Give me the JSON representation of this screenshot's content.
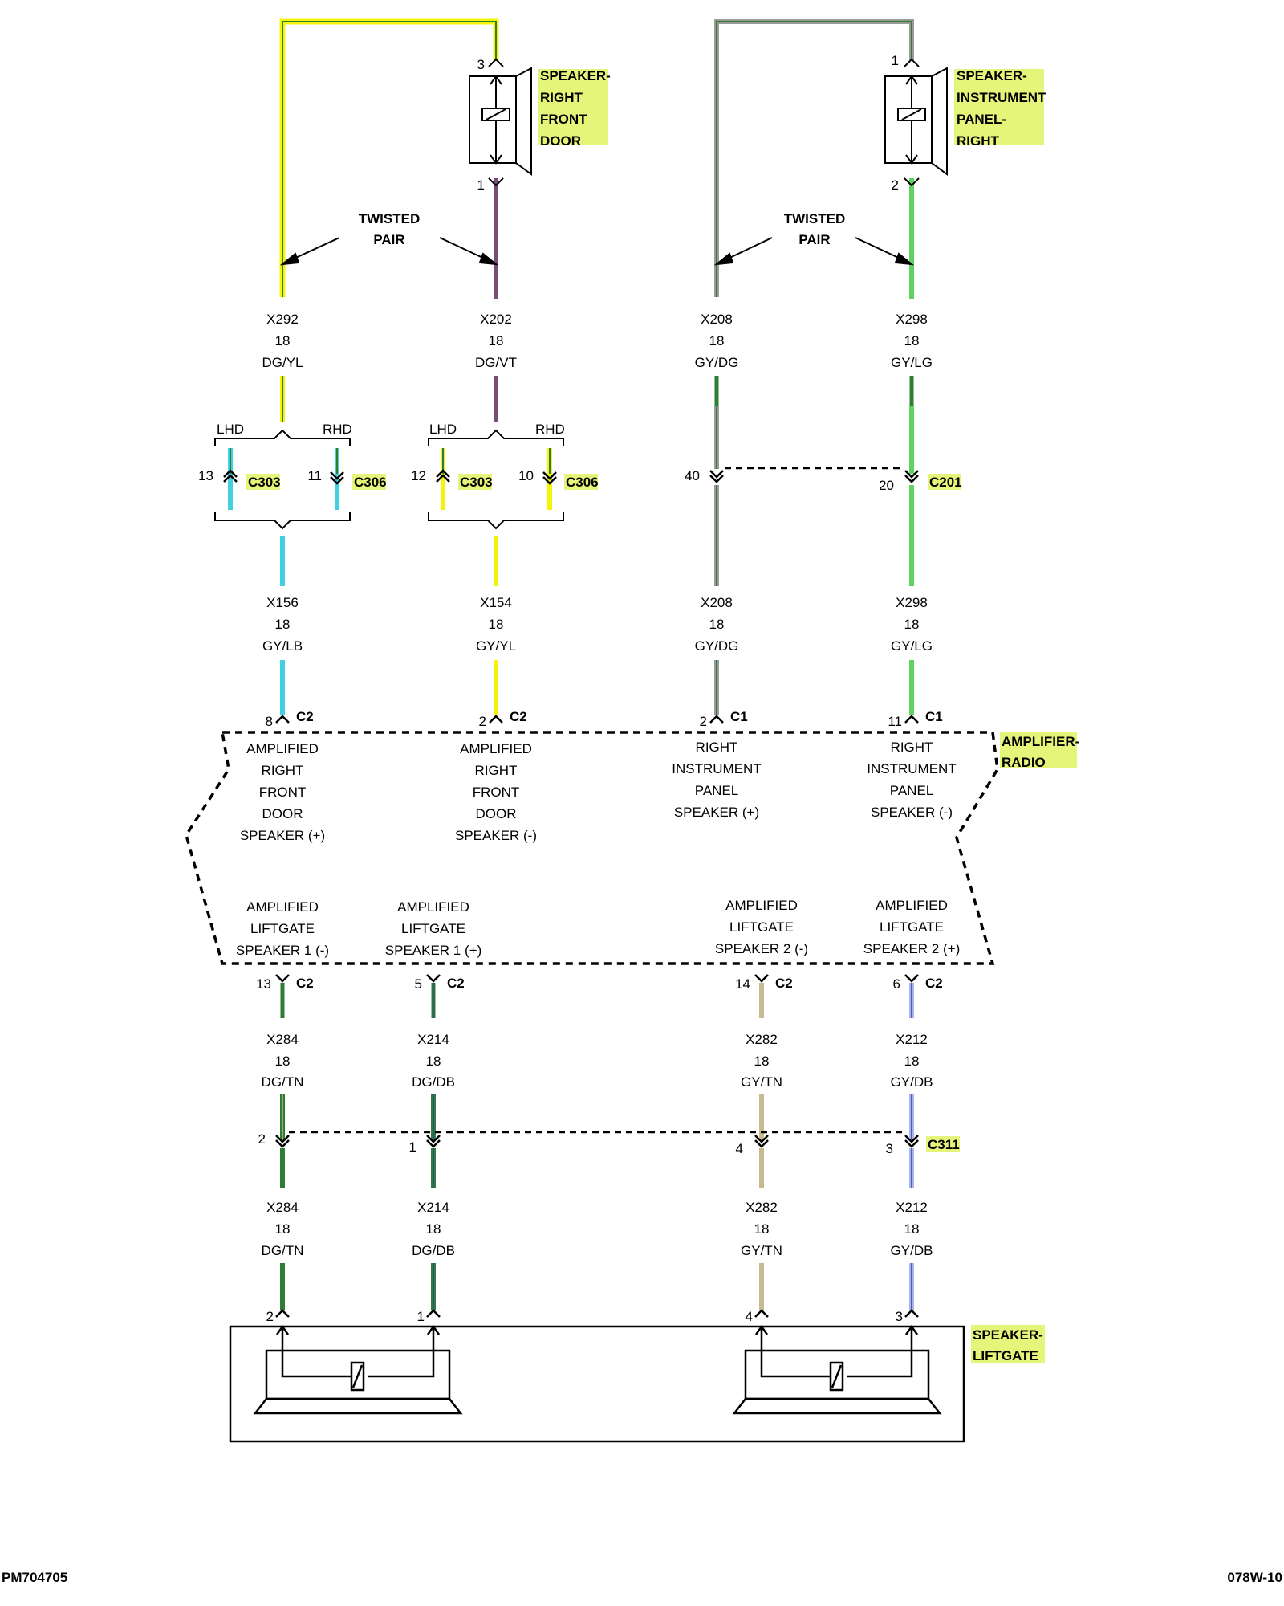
{
  "colors": {
    "highlight": "#e4f57a",
    "dg": "#2e7d32",
    "dg_bright": "#3fb54a",
    "yl": "#f4f40a",
    "vt": "#c01ec0",
    "gy": "#9a9a9a",
    "lg": "#5fd35f",
    "lb": "#40d0e0",
    "tn": "#c9b98e",
    "db": "#3040b0"
  },
  "components": {
    "spk_rf": [
      "SPEAKER-",
      "RIGHT",
      "FRONT",
      "DOOR"
    ],
    "spk_ip": [
      "SPEAKER-",
      "INSTRUMENT",
      "PANEL-",
      "RIGHT"
    ],
    "amp": [
      "AMPLIFIER-",
      "RADIO"
    ],
    "spk_lg": [
      "SPEAKER-",
      "LIFTGATE"
    ]
  },
  "twisted_pair": [
    "TWISTED",
    "PAIR"
  ],
  "wires": {
    "x292": [
      "X292",
      "18",
      "DG/YL"
    ],
    "x202": [
      "X202",
      "18",
      "DG/VT"
    ],
    "x208a": [
      "X208",
      "18",
      "GY/DG"
    ],
    "x298a": [
      "X298",
      "18",
      "GY/LG"
    ],
    "x156": [
      "X156",
      "18",
      "GY/LB"
    ],
    "x154": [
      "X154",
      "18",
      "GY/YL"
    ],
    "x208b": [
      "X208",
      "18",
      "GY/DG"
    ],
    "x298b": [
      "X298",
      "18",
      "GY/LG"
    ],
    "x284a": [
      "X284",
      "18",
      "DG/TN"
    ],
    "x214a": [
      "X214",
      "18",
      "DG/DB"
    ],
    "x282a": [
      "X282",
      "18",
      "GY/TN"
    ],
    "x212a": [
      "X212",
      "18",
      "GY/DB"
    ],
    "x284b": [
      "X284",
      "18",
      "DG/TN"
    ],
    "x214b": [
      "X214",
      "18",
      "DG/DB"
    ],
    "x282b": [
      "X282",
      "18",
      "GY/TN"
    ],
    "x212b": [
      "X212",
      "18",
      "GY/DB"
    ]
  },
  "pins": {
    "rf_3": "3",
    "rf_1": "1",
    "ip_1": "1",
    "ip_2": "2",
    "lhd": "LHD",
    "rhd": "RHD",
    "c303_13": "13",
    "c306_11": "11",
    "c303_12": "12",
    "c306_10": "10",
    "c201_40": "40",
    "c201_20": "20",
    "amp_8": "8",
    "amp_2a": "2",
    "amp_2b": "2",
    "amp_11": "11",
    "amp_13": "13",
    "amp_5": "5",
    "amp_14": "14",
    "amp_6": "6",
    "c311_2": "2",
    "c311_1": "1",
    "c311_4": "4",
    "c311_3": "3",
    "lg_2": "2",
    "lg_1": "1",
    "lg_4": "4",
    "lg_3": "3"
  },
  "connectors": {
    "c303": "C303",
    "c306": "C306",
    "c201": "C201",
    "c2": "C2",
    "c1": "C1",
    "c311": "C311"
  },
  "functions": {
    "f1": [
      "AMPLIFIED",
      "RIGHT",
      "FRONT",
      "DOOR",
      "SPEAKER (+)"
    ],
    "f2": [
      "AMPLIFIED",
      "RIGHT",
      "FRONT",
      "DOOR",
      "SPEAKER (-)"
    ],
    "f3": [
      "RIGHT",
      "INSTRUMENT",
      "PANEL",
      "SPEAKER (+)"
    ],
    "f4": [
      "RIGHT",
      "INSTRUMENT",
      "PANEL",
      "SPEAKER (-)"
    ],
    "f5": [
      "AMPLIFIED",
      "LIFTGATE",
      "SPEAKER 1 (-)"
    ],
    "f6": [
      "AMPLIFIED",
      "LIFTGATE",
      "SPEAKER 1 (+)"
    ],
    "f7": [
      "AMPLIFIED",
      "LIFTGATE",
      "SPEAKER 2 (-)"
    ],
    "f8": [
      "AMPLIFIED",
      "LIFTGATE",
      "SPEAKER 2 (+)"
    ]
  },
  "footer": {
    "left": "PM704705",
    "right": "078W-10"
  }
}
